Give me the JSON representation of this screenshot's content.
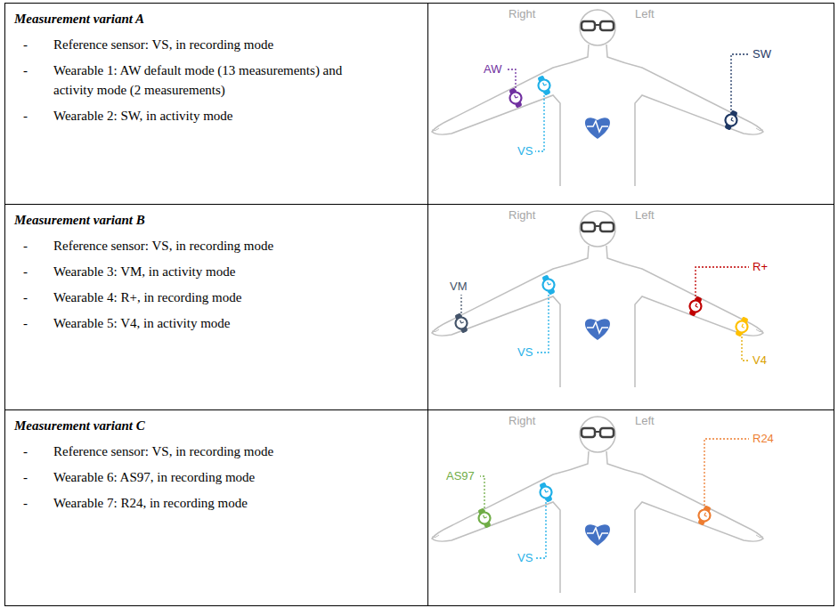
{
  "diagram": {
    "nodes": [
      {
        "text": [
          "Measurement variant A",
          "Reference sensor: VS, in recording mode",
          "Wearable 1: AW default mode (13 measurements) and activity mode (2 measurements)",
          "Wearable 2: SW, in activity mode"
        ]
      },
      {
        "text": [
          "Measurement variant B",
          "Reference sensor: VS, in recording mode",
          "Wearable 3: VM, in activity mode",
          "Wearable 4: R+, in recording mode",
          "Wearable 5: V4, in activity mode"
        ]
      },
      {
        "text": [
          "Measurement variant C",
          "Reference sensor: VS, in recording mode",
          "Wearable 6: AS97, in recording mode",
          "Wearable 7: R24, in recording mode"
        ]
      }
    ],
    "labels": [
      "-",
      "-",
      "-",
      "Right",
      "Left",
      "AW",
      "SW",
      "VS",
      "-",
      "-",
      "-",
      "-",
      "Right",
      "Left",
      "VM",
      "R+",
      "VS",
      "V4",
      "-",
      "-",
      "-",
      "Right",
      "Left",
      "AS97",
      "R24",
      "VS"
    ]
  }
}
